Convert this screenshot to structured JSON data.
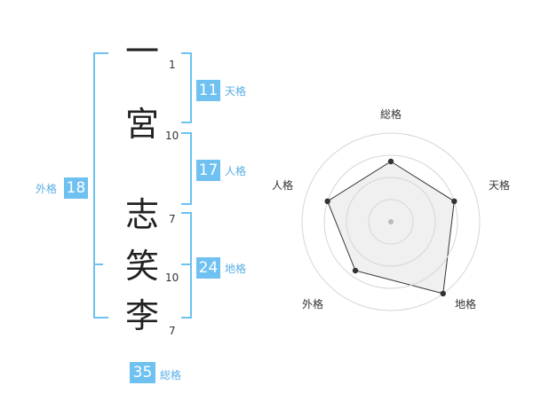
{
  "name_chars": [
    {
      "char": "一",
      "strokes": "1"
    },
    {
      "char": "宮",
      "strokes": "10"
    },
    {
      "char": "志",
      "strokes": "7"
    },
    {
      "char": "笑",
      "strokes": "10"
    },
    {
      "char": "李",
      "strokes": "7"
    }
  ],
  "kakaku": {
    "tenkaku": {
      "value": "11",
      "label": "天格"
    },
    "jinkaku": {
      "value": "17",
      "label": "人格"
    },
    "chikaku": {
      "value": "24",
      "label": "地格"
    },
    "gaikaku": {
      "value": "18",
      "label": "外格"
    },
    "soukaku": {
      "value": "35",
      "label": "総格"
    }
  },
  "colors": {
    "accent": "#6EC1F0",
    "accent_text": "#57AEE6",
    "bracket": "#6EC1F0",
    "kanji": "#222222"
  },
  "chart_data": {
    "type": "radar",
    "axes": [
      "総格",
      "天格",
      "地格",
      "外格",
      "人格"
    ],
    "values": [
      0.68,
      0.75,
      1.0,
      0.68,
      0.75
    ],
    "max": 1.0,
    "rings": 4
  }
}
